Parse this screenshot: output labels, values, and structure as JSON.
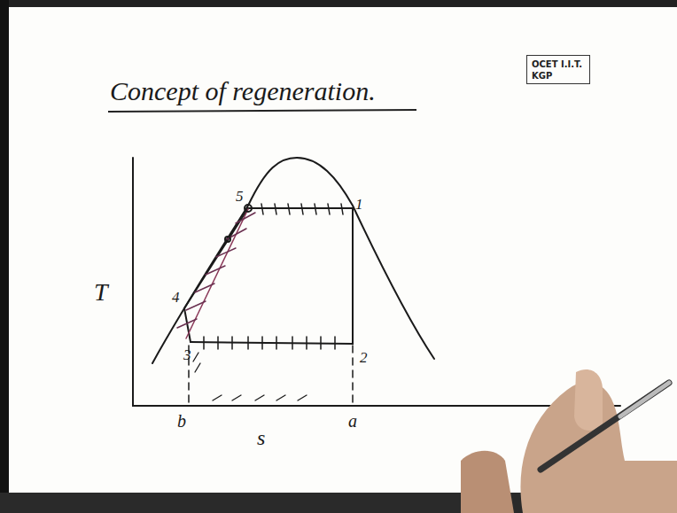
{
  "diagram": {
    "title": "Concept of regeneration.",
    "nodes": [
      {
        "text": [
          "OCET I.I.T. KGP"
        ]
      }
    ],
    "labels": [
      "5",
      "1",
      "4",
      "3",
      "2",
      "T",
      "b",
      "s",
      "a"
    ]
  }
}
